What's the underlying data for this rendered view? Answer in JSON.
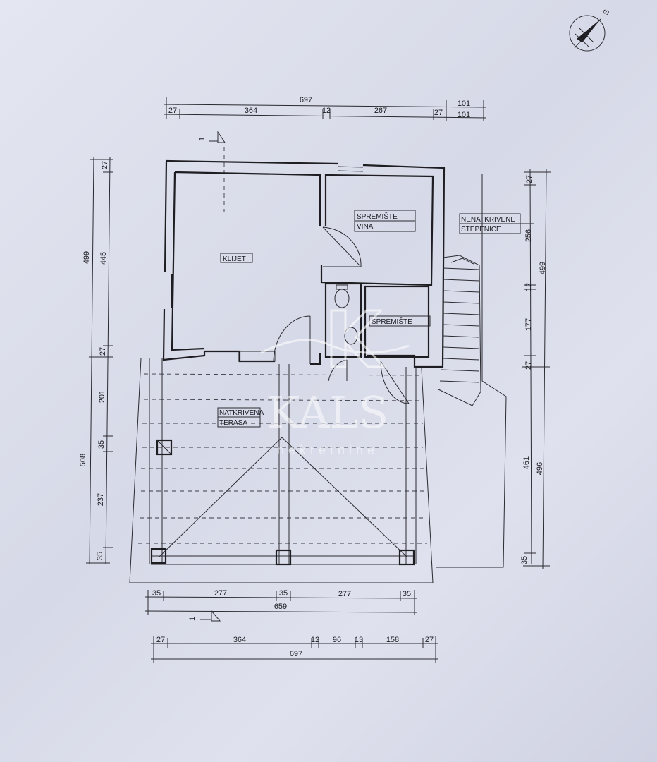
{
  "compass": {
    "label": "S"
  },
  "section_mark": {
    "label": "1"
  },
  "rooms": {
    "klijet": "KLIJET",
    "spremiste_vina_1": "SPREMIŠTE",
    "spremiste_vina_2": "VINA",
    "spremiste": "SPREMIŠTE",
    "nenatkrivene_1": "NENATKRIVENE",
    "nenatkrivene_2": "STEPENICE",
    "natkrivena_1": "NATKRIVENA",
    "natkrivena_2": "TERASA"
  },
  "watermark": {
    "brand": "KALS",
    "sub": "nekretnine"
  },
  "dims": {
    "top_overall": "697",
    "top_right": "101",
    "top_row": [
      "27",
      "364",
      "12",
      "267",
      "27",
      "101"
    ],
    "left_outer": [
      "499",
      "508"
    ],
    "left_inner": [
      "27",
      "445",
      "27",
      "201",
      "35",
      "237",
      "35"
    ],
    "right_inner": [
      "27",
      "256",
      "12",
      "177",
      "27",
      "461",
      "35"
    ],
    "right_outer": [
      "499",
      "496"
    ],
    "bottom_row1": [
      "35",
      "277",
      "35",
      "277",
      "35"
    ],
    "bottom_total1": "659",
    "bottom_row2": [
      "27",
      "364",
      "12",
      "96",
      "13",
      "158",
      "27"
    ],
    "bottom_total2": "697"
  }
}
